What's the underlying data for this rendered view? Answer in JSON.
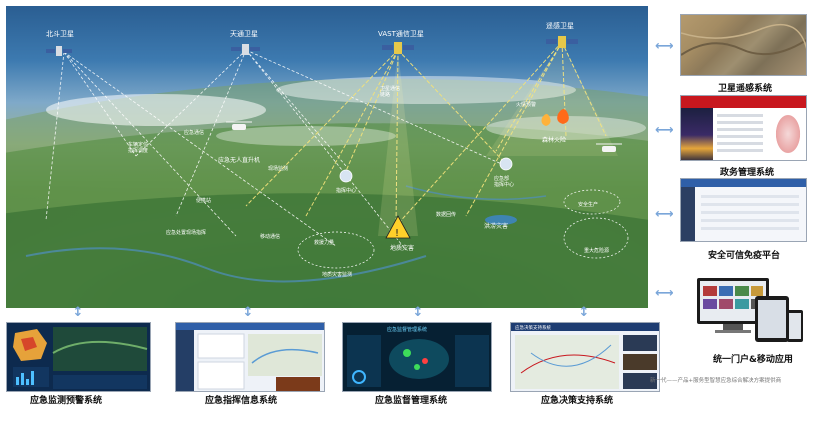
{
  "satellites": {
    "beidou": "北斗卫星",
    "tiantong": "天通卫星",
    "vast": "VAST通信卫星",
    "remote": "遥感卫星"
  },
  "scene_labels": {
    "ground_ctrl": "车辆定位\n指挥调度",
    "emergency_comm": "应急通信",
    "relay": "卫星通信\n链路",
    "drone_cmd": "应急无人直升机",
    "site_monitor": "现场监测",
    "fire_watch": "森林火险",
    "fire_warn": "火情预警",
    "flood": "洪涝灾害",
    "earthquake": "地质灾害",
    "command_center": "指挥中心",
    "ministry": "应急部\n指挥中心",
    "field_command": "应急处置现场指挥",
    "emergency_phone": "移动通信",
    "portable": "便携站",
    "data_return": "数据回传",
    "rescue": "救援力量",
    "disaster_monitor": "地质灾害监测",
    "major_hazard": "重大危险源",
    "safety": "安全生产"
  },
  "right_panels": {
    "remote_sensing": "卫星遥感系统",
    "government": "政务管理系统",
    "secure_platform": "安全可信免疫平台",
    "portal": "统一门户&移动应用"
  },
  "bottom_panels": {
    "monitor_warning": "应急监测预警系统",
    "command_info": "应急指挥信息系统",
    "supervision": "应急监督管理系统",
    "decision": "应急决策支持系统"
  },
  "thumb_titles": {
    "supervision": "应急监督管理系统",
    "decision": "应急决策支持系统"
  },
  "footnote": "新一代——产品+服务型智慧应急综合解决方案提供商",
  "colors": {
    "arrow": "#7aa6d9",
    "link": "#f2e27a",
    "gov_red": "#c8171e"
  }
}
